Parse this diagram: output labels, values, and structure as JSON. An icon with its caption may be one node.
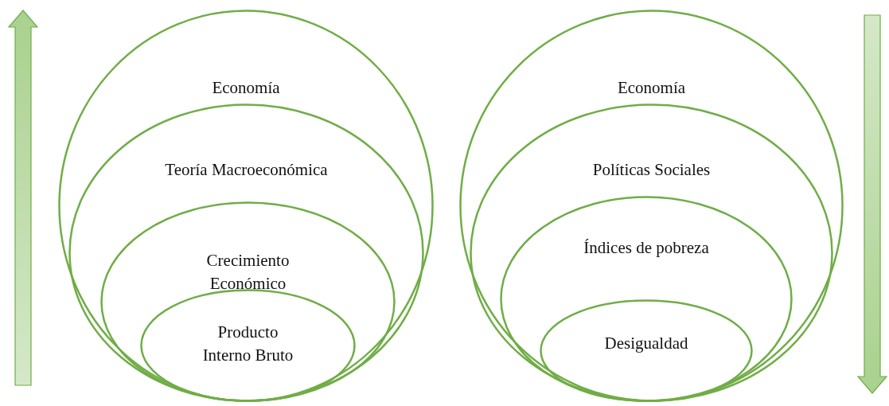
{
  "diagram": {
    "nodes": [
      {
        "text": [
          "Economía"
        ]
      },
      {
        "text": [
          "Teoría Macroeconómica"
        ],
        "in": 0
      },
      {
        "text": [
          "Crecimiento Económico"
        ],
        "in": 1
      },
      {
        "text": [
          "Producto Interno Bruto"
        ],
        "in": 2
      },
      {
        "text": [
          "Economía"
        ]
      },
      {
        "text": [
          "Políticas Sociales"
        ],
        "in": 4
      },
      {
        "text": [
          "Índices de pobreza"
        ],
        "in": 5
      },
      {
        "text": [
          "Desigualdad"
        ],
        "in": 6
      }
    ],
    "edges": []
  }
}
